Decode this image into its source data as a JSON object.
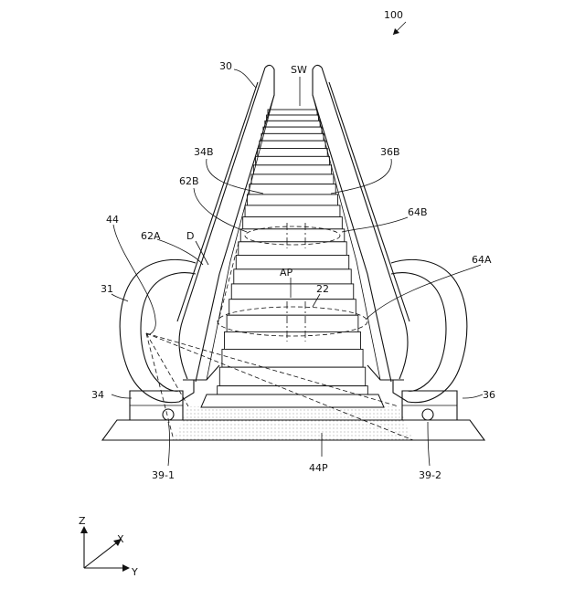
{
  "figure": {
    "labels": {
      "ref_100": "100",
      "ref_30": "30",
      "ref_sw": "SW",
      "ref_34b": "34B",
      "ref_36b": "36B",
      "ref_62b": "62B",
      "ref_64b": "64B",
      "ref_44": "44",
      "ref_62a": "62A",
      "ref_d": "D",
      "ref_64a": "64A",
      "ref_ap": "AP",
      "ref_31": "31",
      "ref_22": "22",
      "ref_34": "34",
      "ref_36": "36",
      "ref_44p": "44P",
      "ref_39_1": "39-1",
      "ref_39_2": "39-2"
    },
    "axes": {
      "z": "Z",
      "x": "X",
      "y": "Y"
    }
  }
}
